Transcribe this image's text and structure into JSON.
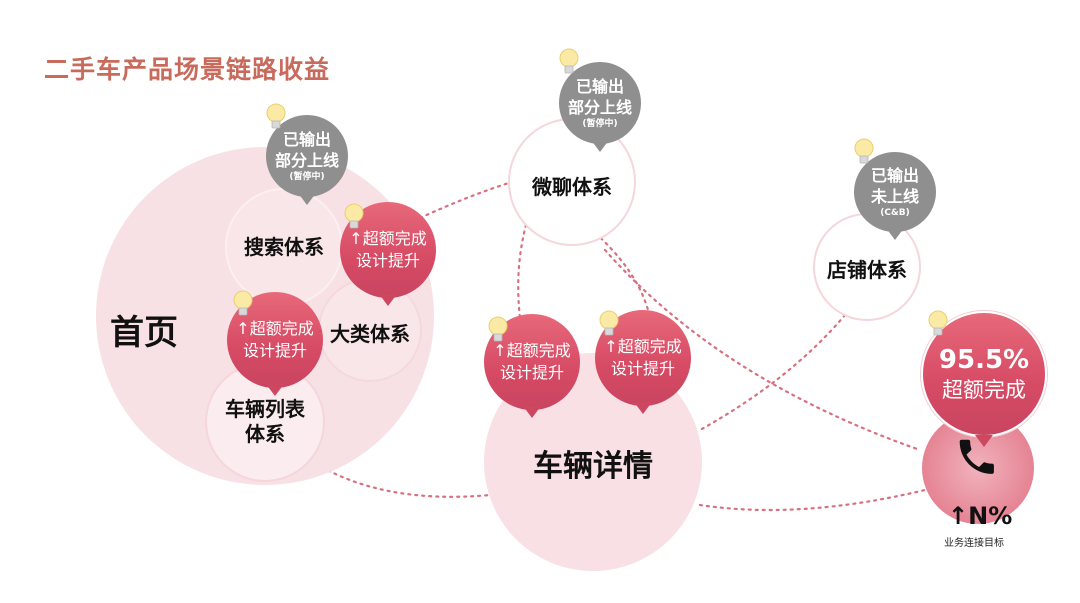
{
  "title": "二手车产品场景链路收益",
  "nodes": {
    "home": "首页",
    "search": "搜索体系",
    "category": "大类体系",
    "vehicle_list_line1": "车辆列表",
    "vehicle_list_line2": "体系",
    "wechat": "微聊体系",
    "vehicle_detail": "车辆详情",
    "store": "店铺体系"
  },
  "badges": {
    "search_status": {
      "line1": "已输出",
      "line2": "部分上线",
      "note": "(暂停中)"
    },
    "wechat_status": {
      "line1": "已输出",
      "line2": "部分上线",
      "note": "(暂停中)"
    },
    "store_status": {
      "line1": "已输出",
      "line2": "未上线",
      "note": "(C&B)"
    },
    "exceed": {
      "line1": "↑超额完成",
      "line2": "设计提升"
    },
    "phone_result": {
      "value": "95.5%",
      "label": "超额完成"
    }
  },
  "phone_goal": {
    "value": "↑N%",
    "label": "业务连接目标"
  },
  "colors": {
    "title": "#c86b5c",
    "accent_red": "#d64a64",
    "grey_badge": "#8f8f8f",
    "pale_pink": "#f7dde1",
    "dotted_link": "#d9707f"
  },
  "icons": {
    "bulb": "lightbulb-icon",
    "phone": "phone-icon"
  }
}
